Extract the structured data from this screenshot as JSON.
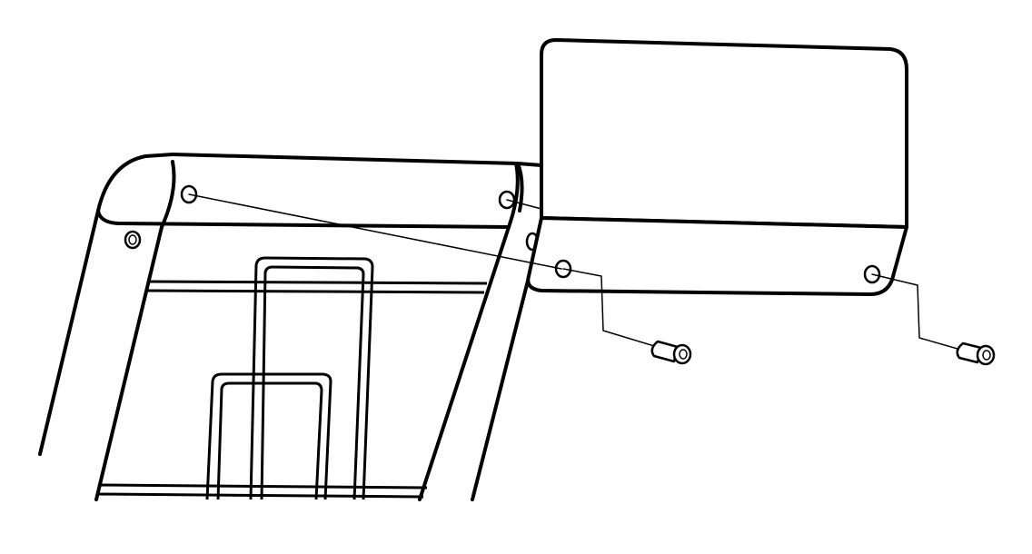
{
  "diagram": {
    "kind": "assembly-illustration",
    "line_color": "#000000",
    "background_color": "#ffffff",
    "parts": [
      {
        "id": "frame",
        "label": ""
      },
      {
        "id": "top-rail",
        "label": ""
      },
      {
        "id": "wire-basket",
        "label": ""
      },
      {
        "id": "cover-panel",
        "label": ""
      },
      {
        "id": "screw-left",
        "label": ""
      },
      {
        "id": "screw-right",
        "label": ""
      }
    ],
    "screw_count": 2,
    "icons": [
      "screw-icon",
      "screw-hole-icon"
    ]
  }
}
